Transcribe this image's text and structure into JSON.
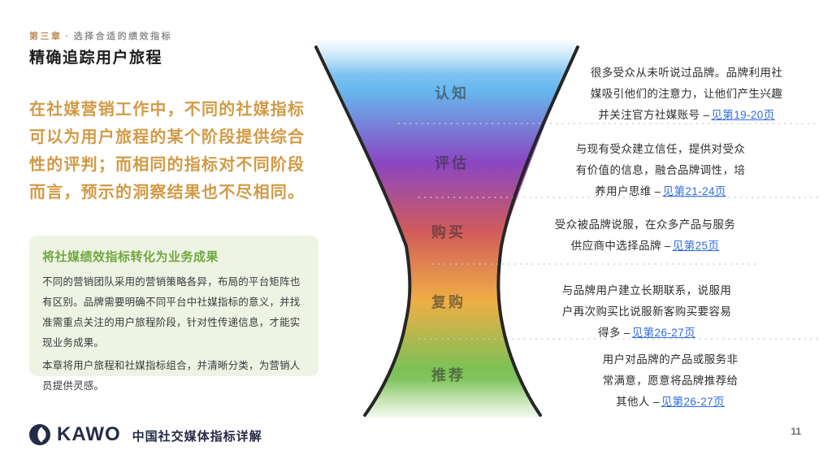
{
  "header": {
    "eyebrow": {
      "chapter": "第三章",
      "dot": "·",
      "section": "选择合适的绩效指标"
    },
    "title": "精确追踪用户旅程"
  },
  "intro": "在社媒营销工作中，不同的社媒指标可以为用户旅程的某个阶段提供综合性的评判；而相同的指标对不同阶段而言，预示的洞察结果也不尽相同。",
  "callout": {
    "title": "将社媒绩效指标转化为业务成果",
    "paragraphs": [
      "不同的营销团队采用的营销策略各异，布局的平台矩阵也有区别。品牌需要明确不同平台中社媒指标的意义，并找准需重点关注的用户旅程阶段，针对性传递信息，才能实现业务成果。",
      "本章将用户旅程和社媒指标组合，并清晰分类，为营销人员提供灵感。"
    ]
  },
  "funnel": {
    "dash": "–",
    "stages": [
      {
        "label": "认知",
        "color": "#66b7ed",
        "description": "很多受众从未听说过品牌。品牌利用社媒吸引他们的注意力，让他们产生兴趣并关注官方社媒账号",
        "link": "见第19-20页"
      },
      {
        "label": "评估",
        "color": "#8a46c2",
        "description": "与现有受众建立信任，提供对受众有价值的信息，融合品牌调性，培养用户思维",
        "link": "见第21-24页"
      },
      {
        "label": "购买",
        "color": "#d15b5b",
        "description": "受众被品牌说服，在众多产品与服务供应商中选择品牌",
        "link": "见第25页"
      },
      {
        "label": "复购",
        "color": "#efae45",
        "description": "与品牌用户建立长期联系，说服用户再次购买比说服新客购买要容易得多",
        "link": "见第26-27页"
      },
      {
        "label": "推荐",
        "color": "#7cc157",
        "description": "用户对品牌的产品或服务非常满意，愿意将品牌推荐给其他人",
        "link": "见第26-27页"
      }
    ]
  },
  "colors": {
    "accent_orange": "#d29a45",
    "callout_green": "#70a83f",
    "callout_bg": "#edf4e4",
    "link_blue": "#2e6be0",
    "brand_navy": "#232c47"
  },
  "footer": {
    "brand": "KAWO",
    "subtitle": "中国社交媒体指标详解",
    "page_number": "11"
  }
}
